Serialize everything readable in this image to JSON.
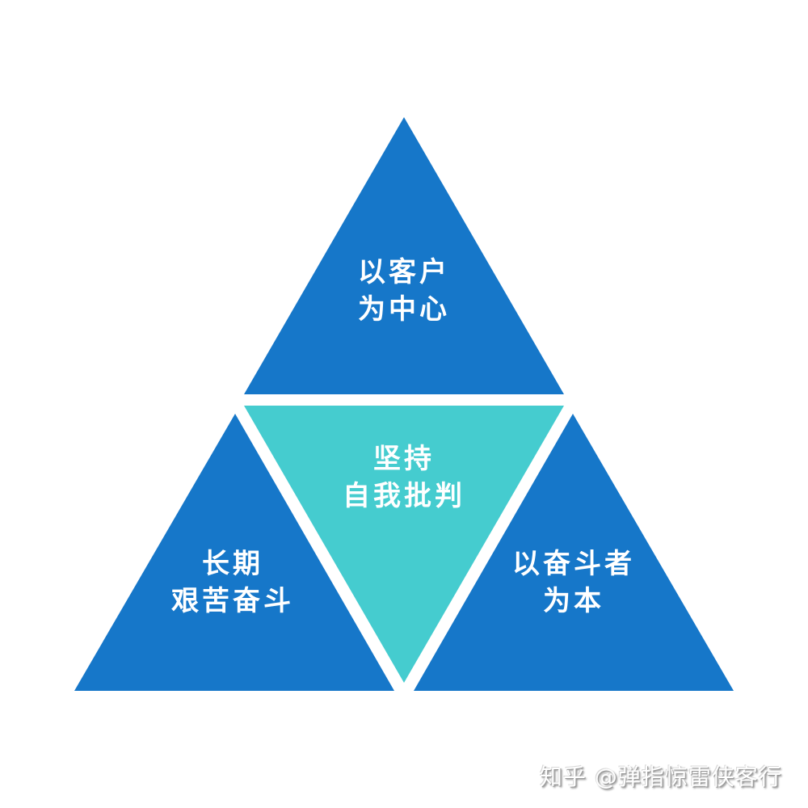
{
  "colors": {
    "background": "#ffffff",
    "blue": "#1677c9",
    "teal": "#45cccf",
    "text": "#ffffff"
  },
  "triangles": [
    {
      "id": "top",
      "lines": [
        "以客户",
        "为中心"
      ],
      "color": "#1677c9",
      "orientation": "up"
    },
    {
      "id": "center",
      "lines": [
        "坚持",
        "自我批判"
      ],
      "color": "#45cccf",
      "orientation": "down"
    },
    {
      "id": "left",
      "lines": [
        "长期",
        "艰苦奋斗"
      ],
      "color": "#1677c9",
      "orientation": "up"
    },
    {
      "id": "right",
      "lines": [
        "以奋斗者",
        "为本"
      ],
      "color": "#1677c9",
      "orientation": "up"
    }
  ],
  "watermark": "知乎 @弹指惊雷侠客行"
}
